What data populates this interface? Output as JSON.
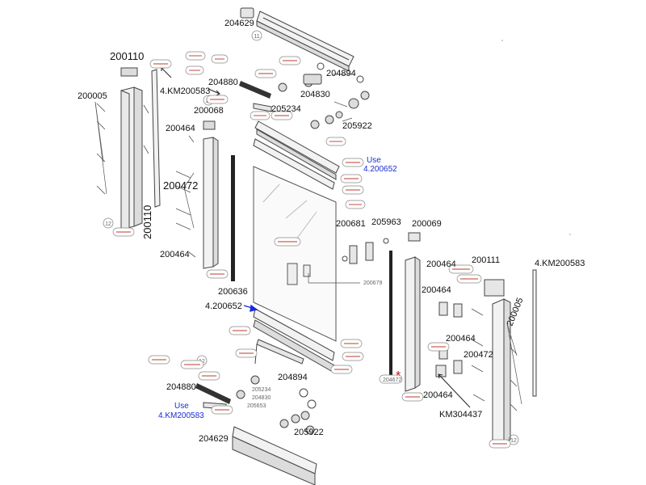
{
  "labels": {
    "p204629_top": "204629",
    "p200110_top": "200110",
    "p4KM200583_top": "4.KM200583",
    "p204880_top": "204880",
    "p204894_top": "204894",
    "p204830_top": "204830",
    "p205234_top": "205234",
    "p205922_top": "205922",
    "p200005_left": "200005",
    "p200068": "200068",
    "p200464_a": "200464",
    "p200472_left": "200472",
    "p200110_side": "200110",
    "p200464_b": "200464",
    "p200636": "200636",
    "p4_200652": "4.200652",
    "use_top_1": "Use",
    "use_top_2": "4.200652",
    "p200681": "200681",
    "p205963": "205963",
    "p200069": "200069",
    "p200679": "200679",
    "p200464_c": "200464",
    "p200111": "200111",
    "p4KM200583_right": "4.KM200583",
    "p200464_d": "200464",
    "p200464_e": "200464",
    "p200472_right": "200472",
    "p200005_right": "200005",
    "p200464_f": "200464",
    "pKM304437": "KM304437",
    "p204894_bot": "204894",
    "p204880_bot": "204880",
    "use_bot_1": "Use",
    "use_bot_2": "4.KM200583",
    "p205922_bot": "205922",
    "p204629_bot": "204629",
    "p204672": "204672",
    "p205234_bot": "205234",
    "p204830_bot": "204830",
    "p205653_bot": "205653",
    "num_12_a": "12",
    "num_12_b": "12",
    "num_12_c": "12",
    "num_12_d": "12",
    "num_11": "11"
  },
  "colors": {
    "line": "#444444",
    "part_fill": "#f2f2f2",
    "note_blue": "#1a2bd8",
    "arrow_blue": "#1a2bd8",
    "strike_red": "#c0392b",
    "asterisk_red": "#e0101a"
  },
  "markers": {
    "asterisk": "*"
  }
}
